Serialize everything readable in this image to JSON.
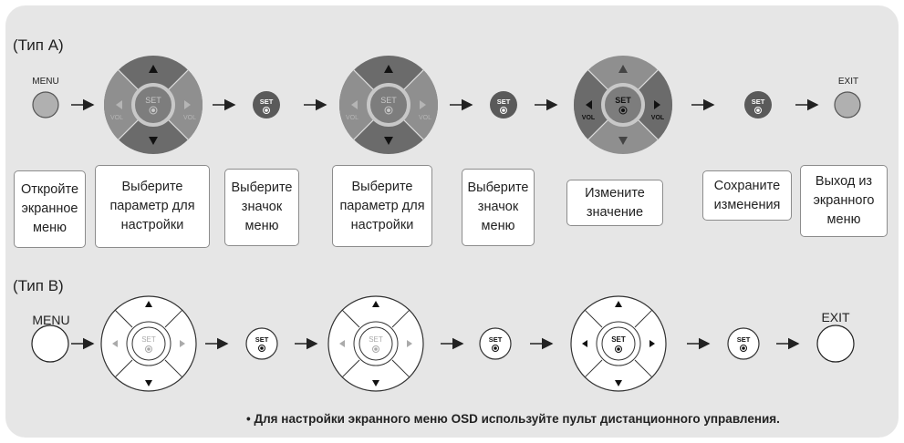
{
  "type_a": {
    "label": "(Тип A)",
    "menu_label": "MENU",
    "exit_label": "EXIT",
    "set_text": "SET",
    "vol_text": "VOL",
    "steps": [
      "Откройте\nэкранное\nменю",
      "Выберите\nпараметр для\nнастройки",
      "Выберите\nзначок\nменю",
      "Выберите\nпараметр для\nнастройки",
      "Выберите\nзначок\nменю",
      "Измените\nзначение",
      "Сохраните\nизменения",
      "Выход из\nэкранного\nменю"
    ]
  },
  "type_b": {
    "label": "(Тип B)",
    "menu_label": "MENU",
    "exit_label": "EXIT",
    "set_text": "SET"
  },
  "footnote": "• Для настройки экранного меню OSD используйте пульт дистанционного управления.",
  "colors": {
    "panel": "#e6e6e6",
    "dpad_dark": "#6b6b6b",
    "dpad_light": "#9a9a9a",
    "set_dark": "#5a5a5a",
    "menu_button": "#b0b0b0"
  }
}
